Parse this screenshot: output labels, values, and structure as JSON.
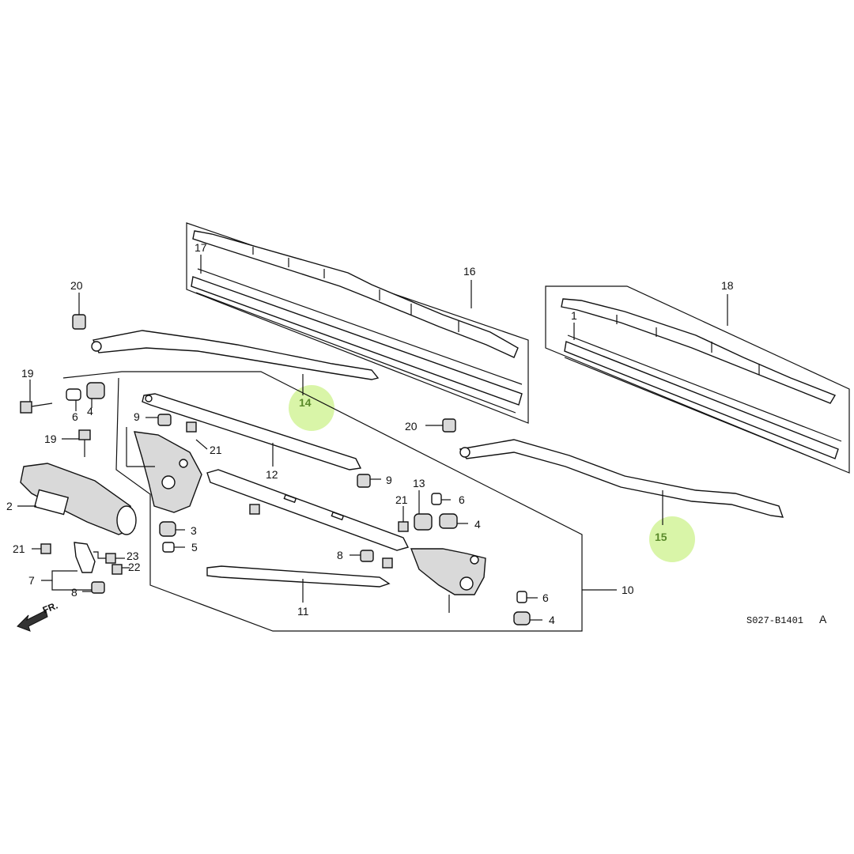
{
  "labels": {
    "l1": "1",
    "l2": "2",
    "l3": "3",
    "l4a": "4",
    "l4b": "4",
    "l4c": "4",
    "l5": "5",
    "l6a": "6",
    "l6b": "6",
    "l6c": "6",
    "l7": "7",
    "l8a": "8",
    "l8b": "8",
    "l9a": "9",
    "l9b": "9",
    "l10": "10",
    "l11": "11",
    "l12": "12",
    "l13": "13",
    "l14": "14",
    "l15": "15",
    "l16": "16",
    "l17": "17",
    "l18": "18",
    "l19a": "19",
    "l19b": "19",
    "l20a": "20",
    "l20b": "20",
    "l21a": "21",
    "l21b": "21",
    "l21c": "21",
    "l22": "22",
    "l23": "23"
  },
  "front_marker": "FR.",
  "diagram_code": "S027-B1401",
  "diagram_rev": "A",
  "colors": {
    "highlight": "#d9f5a8",
    "highlight_text": "#5a8a2a",
    "line": "#111111"
  }
}
